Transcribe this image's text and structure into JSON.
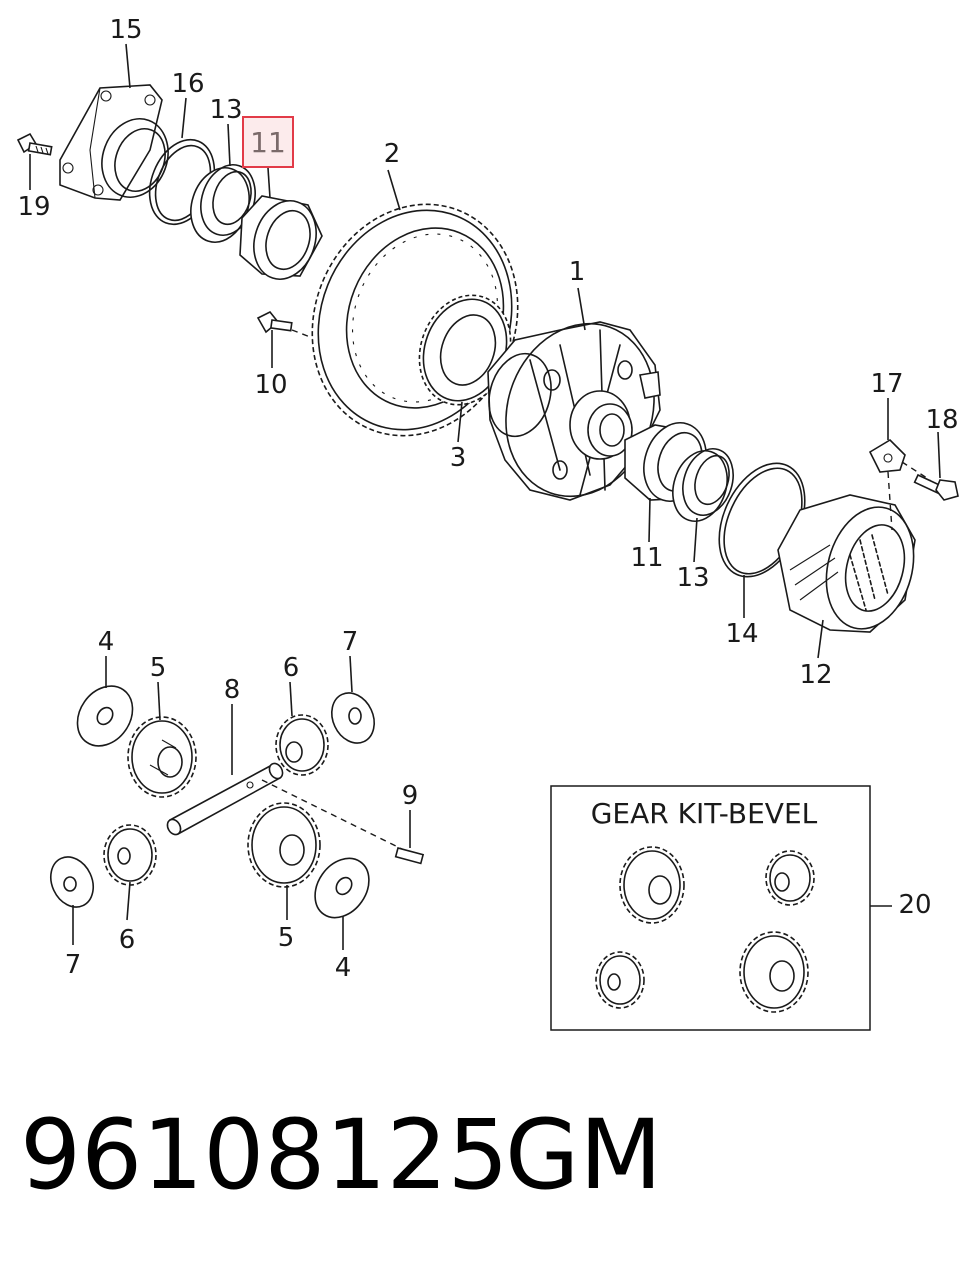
{
  "callouts": {
    "c1": "1",
    "c2": "2",
    "c3": "3",
    "c4a": "4",
    "c4b": "4",
    "c5a": "5",
    "c5b": "5",
    "c6a": "6",
    "c6b": "6",
    "c7a": "7",
    "c7b": "7",
    "c8": "8",
    "c9": "9",
    "c10": "10",
    "c11a": "11",
    "c11b": "11",
    "c12": "12",
    "c13a": "13",
    "c13b": "13",
    "c14": "14",
    "c15": "15",
    "c16": "16",
    "c17": "17",
    "c18": "18",
    "c19": "19",
    "c20": "20"
  },
  "kit": {
    "title": "GEAR KIT-BEVEL"
  },
  "footer": {
    "part_number": "96108125",
    "brand": "GM"
  },
  "highlight": {
    "color": "#e23b48"
  }
}
